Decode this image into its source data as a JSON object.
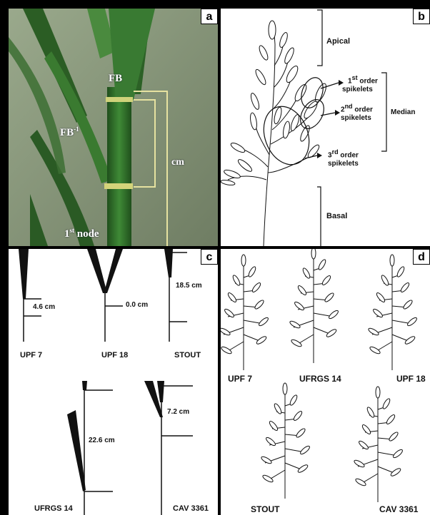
{
  "panel_a": {
    "letter": "a",
    "fb_label": "FB",
    "fb_minus_label": "FB",
    "fb_minus_sup": "-1",
    "cm_label": "cm",
    "node_num": "1",
    "node_sup": "st",
    "node_word": "node"
  },
  "panel_b": {
    "letter": "b",
    "apical": "Apical",
    "first_order_sup": "st",
    "first_order_num": "1",
    "first_order_text": "order",
    "first_spikelets": "spikelets",
    "second_order_num": "2",
    "second_order_sup": "nd",
    "second_order_text": "order",
    "second_spikelets": "spikelets",
    "median": "Median",
    "third_order_num": "3",
    "third_order_sup": "rd",
    "third_order_text": "order",
    "third_spikelets": "spikelets",
    "basal": "Basal"
  },
  "panel_c": {
    "letter": "c",
    "plants": [
      {
        "name": "UPF 7",
        "measure": "4.6 cm"
      },
      {
        "name": "UPF 18",
        "measure": "0.0 cm"
      },
      {
        "name": "STOUT",
        "measure": "18.5 cm"
      },
      {
        "name": "UFRGS 14",
        "measure": "22.6 cm"
      },
      {
        "name": "CAV 3361",
        "measure": "7.2 cm"
      }
    ]
  },
  "panel_d": {
    "letter": "d",
    "panicles": [
      "UPF 7",
      "UFRGS 14",
      "UPF 18",
      "STOUT",
      "CAV 3361"
    ]
  },
  "colors": {
    "photo_bg": "#8a9a7c",
    "stem_green": "#2f6b2a",
    "bracket": "#d8d48a",
    "ink": "#111111"
  }
}
